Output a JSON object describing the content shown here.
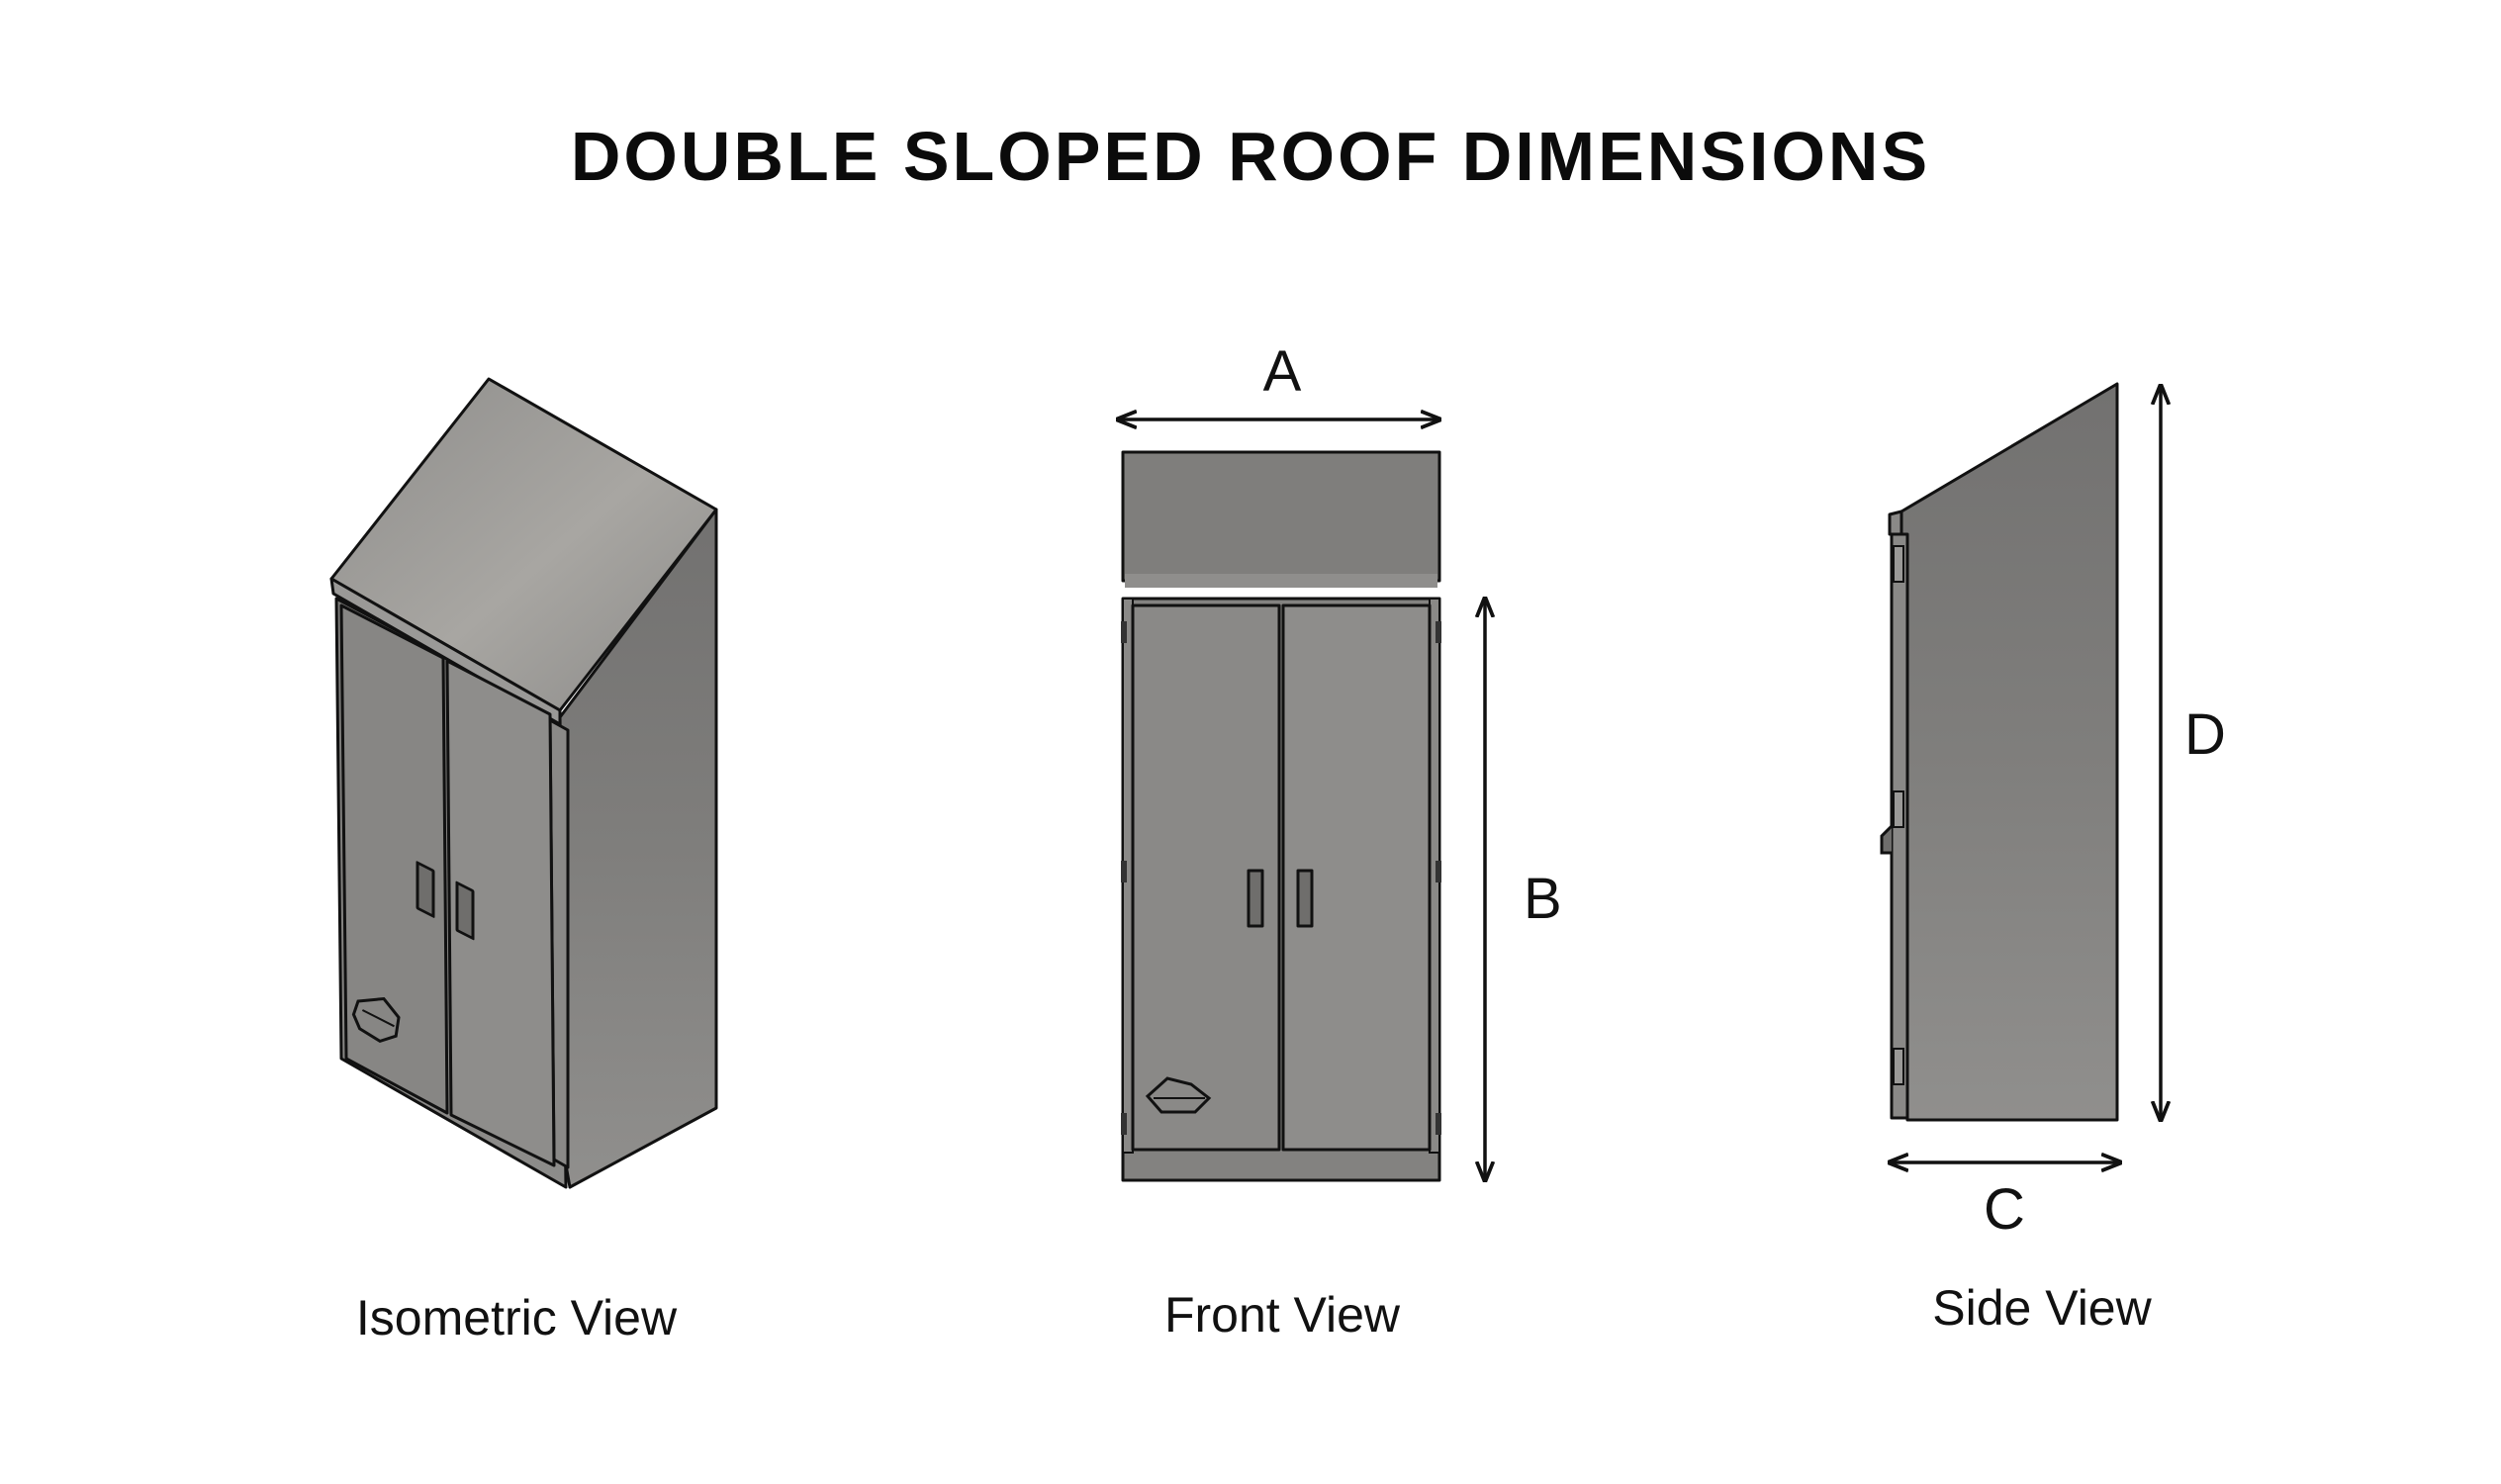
{
  "title": "DOUBLE SLOPED ROOF DIMENSIONS",
  "views": {
    "isometric": "Isometric View",
    "front": "Front View",
    "side": "Side View"
  },
  "dimensions": {
    "width": "A",
    "door_height": "B",
    "depth": "C",
    "overall_height": "D"
  },
  "colors": {
    "panel_light": "#9c9b98",
    "panel_mid": "#8a8987",
    "panel_dark": "#777675",
    "outline": "#111111"
  }
}
